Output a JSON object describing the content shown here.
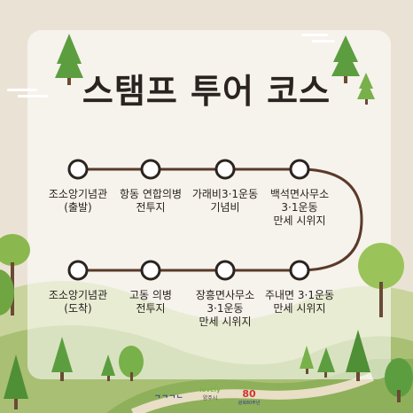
{
  "title": "스탬프 투어 코스",
  "stops_top": [
    {
      "label": "조소앙기념관\n(출발)"
    },
    {
      "label": "항동 연합의병\n전투지"
    },
    {
      "label": "가래비3·1운동\n기념비"
    },
    {
      "label": "백석면사무소\n3·1운동\n만세 시위지"
    }
  ],
  "stops_bottom": [
    {
      "label": "조소앙기념관\n(도착)"
    },
    {
      "label": "고동 의병\n전투지"
    },
    {
      "label": "장흥면사무소\n3·1운동\n만세 시위지"
    },
    {
      "label": "주내면 3·1운동\n만세 시위지"
    }
  ],
  "footer": {
    "logo_left": "ᄀᄀᄀᄂ",
    "logo_mid_mark": "lovely",
    "logo_mid_text": "양주시",
    "logo_right_num": "80",
    "logo_right_text": "광복80주년"
  },
  "colors": {
    "route": "#5a3a2a",
    "node_fill": "#ffffff",
    "tree": "#5c9e3f",
    "hill": "#b9c98a"
  }
}
